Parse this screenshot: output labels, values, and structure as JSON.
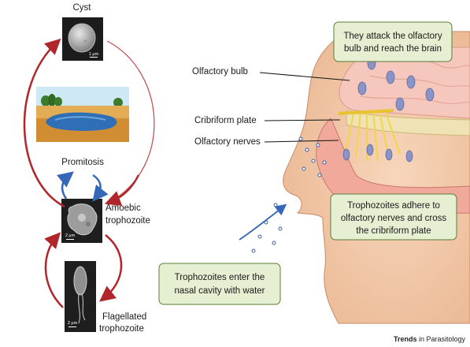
{
  "lifecycle": {
    "cyst_label": "Cyst",
    "promitosis_label": "Promitosis",
    "amoebic_label_1": "Amoebic",
    "amoebic_label_2": "trophozoite",
    "flagellated_label_1": "Flagellated",
    "flagellated_label_2": "trophozoite",
    "scale_cyst": "1 μm",
    "scale_amoebic": "2 μm",
    "scale_flagellated": "2 μm"
  },
  "anatomy": {
    "olfactory_bulb": "Olfactory bulb",
    "cribriform_plate": "Cribriform plate",
    "olfactory_nerves": "Olfactory nerves"
  },
  "callouts": {
    "brain_line1": "They attack the olfactory",
    "brain_line2": "bulb and reach the brain",
    "adhere_line1": "Trophozoites adhere to",
    "adhere_line2": "olfactory nerves and cross",
    "adhere_line3": "the cribriform plate",
    "enter_line1": "Trophozoites enter the",
    "enter_line2": "nasal cavity with water"
  },
  "credit": {
    "journal_bold": "Trends",
    "journal_rest": " in Parasitology"
  },
  "colors": {
    "callout_fill": "#e6efd2",
    "callout_stroke": "#5a7d3a",
    "red_arrow": "#b0262b",
    "blue_arrow": "#3566b8",
    "skin": "#f3c9a7",
    "brain": "#f6c7bd",
    "nerve": "#f2d648"
  }
}
